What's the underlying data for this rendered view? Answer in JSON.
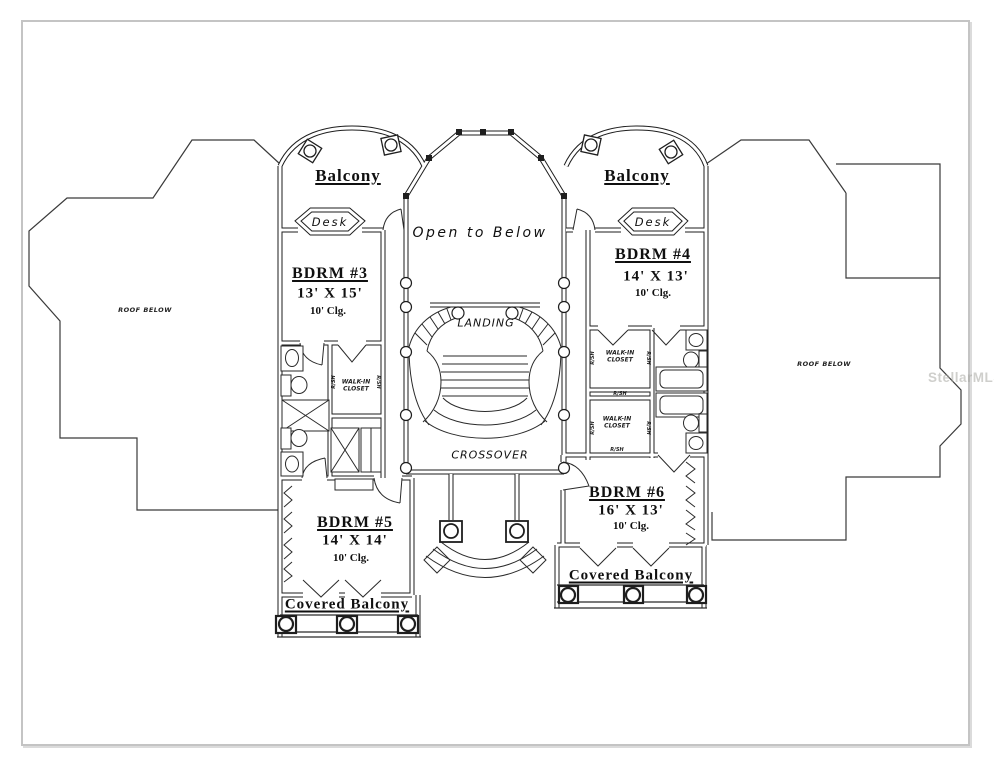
{
  "labels": {
    "balcony_left": "Balcony",
    "balcony_right": "Balcony",
    "desk_left": "Desk",
    "desk_right": "Desk",
    "open_to_below": "Open to Below",
    "landing": "LANDING",
    "crossover": "CROSSOVER",
    "covered_balcony_left": "Covered Balcony",
    "covered_balcony_right": "Covered Balcony",
    "roof_below_left": "ROOF BELOW",
    "roof_below_right": "ROOF BELOW",
    "walkin_closet_left": {
      "line1": "WALK-IN",
      "line2": "CLOSET"
    },
    "walkin_closet_right_upper": {
      "line1": "WALK-IN",
      "line2": "CLOSET"
    },
    "walkin_closet_right_lower": {
      "line1": "WALK-IN",
      "line2": "CLOSET"
    },
    "shelf_mark": "R/SH"
  },
  "rooms": {
    "bedroom3": {
      "name": "BDRM #3",
      "size": "13' X 15'",
      "ceiling": "10' Clg."
    },
    "bedroom4": {
      "name": "BDRM #4",
      "size": "14' X 13'",
      "ceiling": "10' Clg."
    },
    "bedroom5": {
      "name": "BDRM #5",
      "size": "14' X 14'",
      "ceiling": "10' Clg."
    },
    "bedroom6": {
      "name": "BDRM #6",
      "size": "16' X 13'",
      "ceiling": "10' Clg."
    }
  },
  "watermark": {
    "text": "StellarMLS"
  }
}
